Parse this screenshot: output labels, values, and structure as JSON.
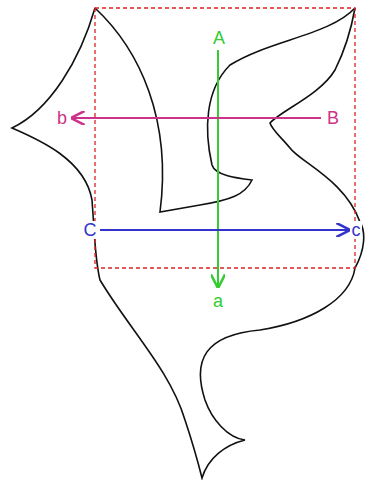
{
  "diagram": {
    "labels": [
      "A",
      "a",
      "b",
      "B",
      "C",
      "c"
    ]
  }
}
